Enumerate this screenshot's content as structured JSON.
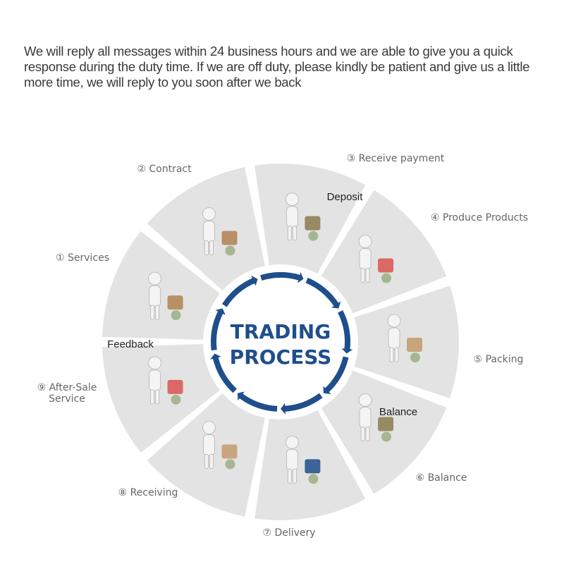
{
  "intro_text": "We will reply all messages within 24 business hours and we are able to give you a quick response during the duty time. If we are off duty, please kindly be patient and give us a little more time, we will reply to you soon after we back",
  "center": {
    "line1": "TRADING",
    "line2": "PROCESS"
  },
  "colors": {
    "brand_blue": "#1f4e8c",
    "segment_gray": "#e3e3e3",
    "label_gray": "#666666"
  },
  "steps": [
    {
      "number": "①",
      "label": "Services",
      "icon": "call-center-agents-icon"
    },
    {
      "number": "②",
      "label": "Contract",
      "icon": "handshake-contract-icon"
    },
    {
      "number": "③",
      "label": "Receive payment",
      "inner_label": "Deposit",
      "icon": "money-bag-icon"
    },
    {
      "number": "④",
      "label": "Produce Products",
      "icon": "gears-workers-icon"
    },
    {
      "number": "⑤",
      "label": "Packing",
      "icon": "pallet-jack-boxes-icon"
    },
    {
      "number": "⑥",
      "label": "Balance",
      "inner_label": "Balance",
      "icon": "money-bag-icon"
    },
    {
      "number": "⑦",
      "label": "Delivery",
      "icon": "plane-ship-truck-icon"
    },
    {
      "number": "⑧",
      "label": "Receiving",
      "icon": "courier-door-icon"
    },
    {
      "number": "⑨",
      "label": "After-Sale Service",
      "label_lines": [
        "After-Sale",
        "Service"
      ],
      "inner_label": "Feedback",
      "icon": "feedback-gear-workers-icon"
    }
  ]
}
